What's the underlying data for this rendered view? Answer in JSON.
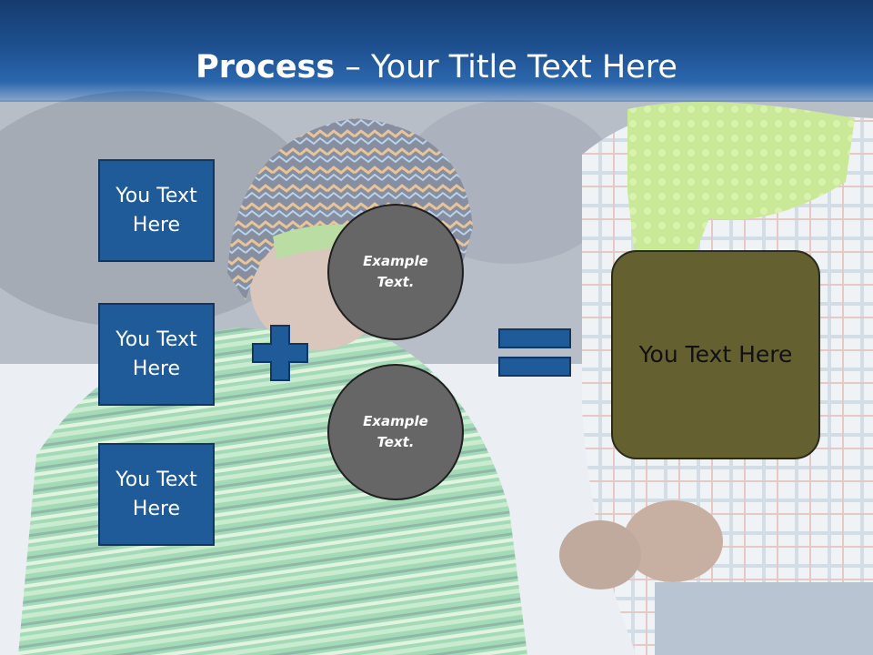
{
  "title": {
    "bold": "Process",
    "rest": " – Your Title Text Here"
  },
  "left_boxes": [
    {
      "label": "You Text Here"
    },
    {
      "label": "You Text Here"
    },
    {
      "label": "You Text Here"
    }
  ],
  "circles": [
    {
      "label": "Example Text."
    },
    {
      "label": "Example Text."
    }
  ],
  "result": {
    "label": "You Text Here"
  },
  "colors": {
    "banner": "#1d4f8e",
    "box_fill": "#1f5a99",
    "circle_fill": "#666666",
    "result_fill": "#656030",
    "operator": "#1f5a99"
  },
  "icons": {
    "plus": "plus-icon",
    "equals": "equals-icon"
  }
}
